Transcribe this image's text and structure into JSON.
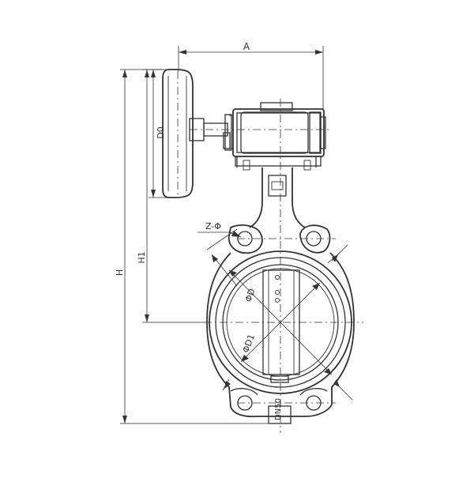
{
  "drawing": {
    "colors": {
      "line": "#333333",
      "background": "#ffffff"
    },
    "labels": {
      "A": "A",
      "D0": "D0",
      "Z_phi": "Z-Φ",
      "H1": "H1",
      "H": "H",
      "phi_D": "ΦD",
      "phi_D1": "ΦD1",
      "DN": "DN50"
    }
  }
}
